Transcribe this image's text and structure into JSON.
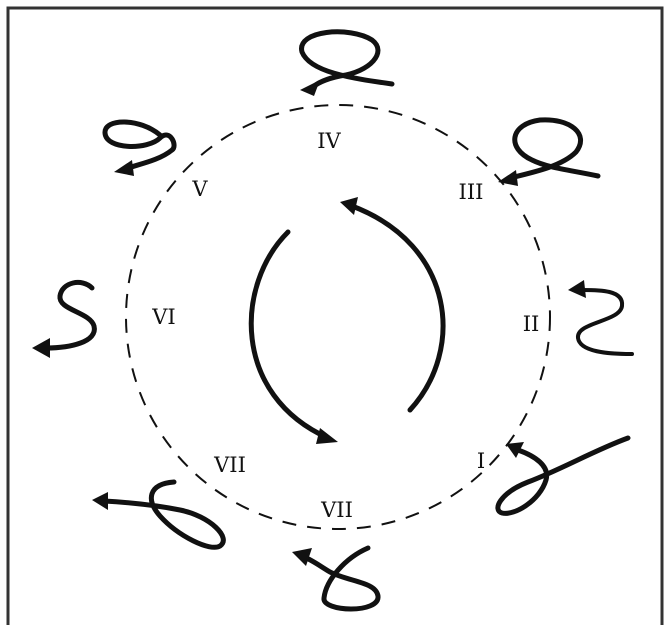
{
  "figure": {
    "labels": [
      "IV",
      "V",
      "III",
      "VI",
      "II",
      "VII",
      "I",
      "VII"
    ]
  },
  "colors": {
    "ink": "#111111",
    "background": "#ffffff",
    "border": "#333333"
  },
  "icons": {
    "center_cycle": "circular-arrows-icon",
    "orbit": "dashed-circle",
    "positions": "loop-arrow-icon"
  }
}
